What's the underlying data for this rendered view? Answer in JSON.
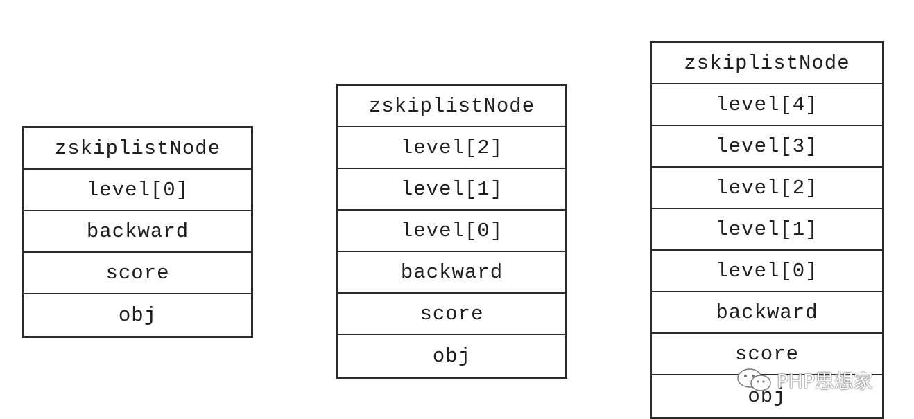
{
  "nodes": [
    {
      "title": "zskiplistNode",
      "fields": [
        "level[0]",
        "backward",
        "score",
        "obj"
      ]
    },
    {
      "title": "zskiplistNode",
      "fields": [
        "level[2]",
        "level[1]",
        "level[0]",
        "backward",
        "score",
        "obj"
      ]
    },
    {
      "title": "zskiplistNode",
      "fields": [
        "level[4]",
        "level[3]",
        "level[2]",
        "level[1]",
        "level[0]",
        "backward",
        "score",
        "obj"
      ]
    }
  ],
  "watermark": {
    "text": "PHP思想家",
    "icon": "wechat-icon"
  }
}
